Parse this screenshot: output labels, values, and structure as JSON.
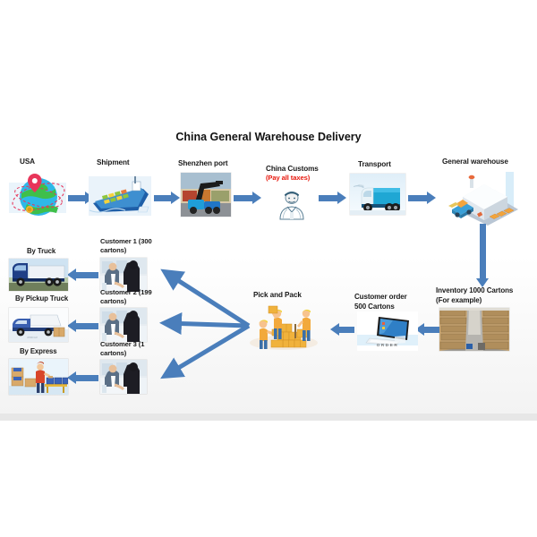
{
  "title": "China General Warehouse Delivery",
  "theme": {
    "arrow_color": "#4a7ebb",
    "background": "#e7e7e7",
    "canvas": "#ffffff",
    "label_color": "#1a1a1a",
    "accent_red": "#e8170c"
  },
  "top_flow": [
    {
      "label": "USA",
      "icon": "globe-pin-icon"
    },
    {
      "label": "Shipment",
      "icon": "container-ship-icon"
    },
    {
      "label": "Shenzhen port",
      "icon": "port-crane-photo"
    },
    {
      "label": "China Customs",
      "sublabel": "(Pay all taxes)",
      "icon": "customs-officer-icon"
    },
    {
      "label": "Transport",
      "icon": "blue-truck-photo"
    },
    {
      "label": "General warehouse",
      "icon": "isometric-warehouse-icon"
    }
  ],
  "bottom_flow": {
    "inventory": {
      "line1": "Inventory 1000 Cartons",
      "line2": "(For example)",
      "icon": "warehouse-aisle-photo"
    },
    "order": {
      "line1": "Customer order",
      "line2": "500 Cartons",
      "icon": "laptop-order-icon",
      "caption": "ORDER"
    },
    "pick_pack": {
      "label": "Pick and Pack",
      "icon": "workers-cartons-icon"
    }
  },
  "customers": [
    {
      "line1": "Customer 1   (300",
      "line2": "cartons)",
      "icon": "businessman-handshake-photo"
    },
    {
      "line1": "Customer 2   (199",
      "line2": "cartons)",
      "icon": "businessman-handshake-photo"
    },
    {
      "line1": "Customer 3 (1",
      "line2": "cartons)",
      "icon": "businessman-handshake-photo"
    }
  ],
  "delivery_methods": [
    {
      "label": "By Truck",
      "icon": "semi-truck-photo"
    },
    {
      "label": "By Pickup Truck",
      "icon": "pickup-truck-photo"
    },
    {
      "label": "By Express",
      "icon": "express-courier-photo"
    }
  ]
}
